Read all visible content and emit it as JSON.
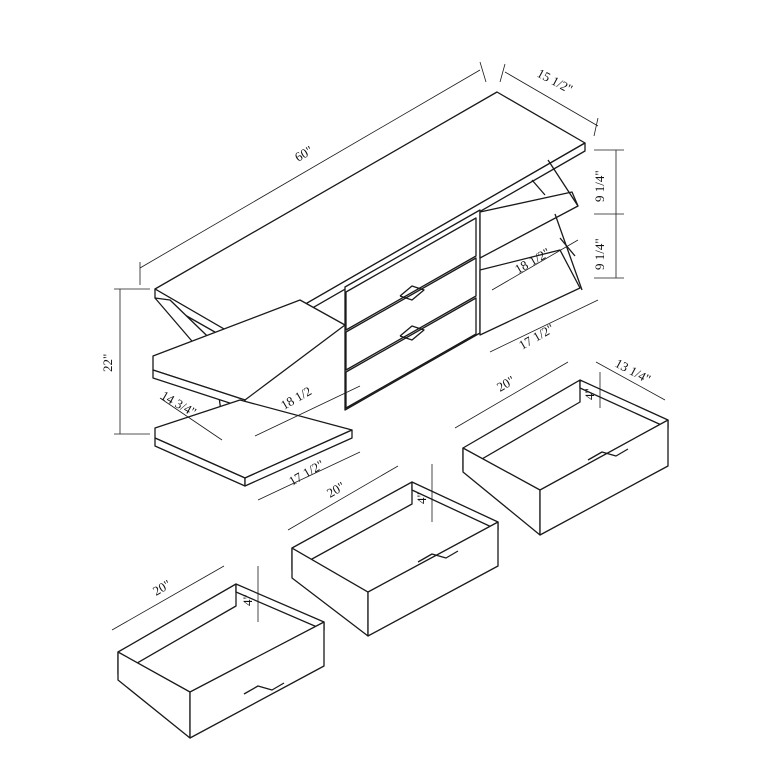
{
  "dimensions": {
    "width_top": "60\"",
    "depth_top": "15 1/2\"",
    "height_total": "22\"",
    "shelf_gap_upper": "9 1/4\"",
    "shelf_gap_lower": "9 1/4\"",
    "right_shelf_width": "18 1/2\"",
    "right_base_width": "17 1/2\"",
    "left_shelf_width": "18 1/2",
    "left_base_width": "17 1/2\"",
    "left_depth": "14 3/4\""
  },
  "drawers": [
    {
      "width": "20\"",
      "depth": "13 1/4\"",
      "height": "4\""
    },
    {
      "width": "20\"",
      "height": "4\""
    },
    {
      "width": "20\"",
      "height": "4\""
    }
  ]
}
